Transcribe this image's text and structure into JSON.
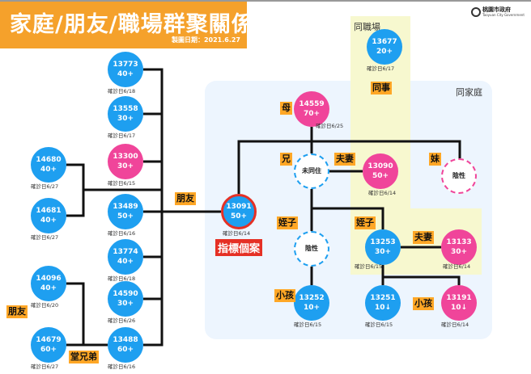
{
  "header": {
    "title": "家庭/朋友/職場群聚關係圖",
    "date": "製圖日期：2021.6.27",
    "org": "桃園市政府",
    "org_en": "Taoyuan City Government"
  },
  "regions": {
    "family": "同家庭",
    "workplace": "同職場"
  },
  "index_label": "指標個案",
  "colors": {
    "male": "#1e9ff0",
    "female": "#f0459a",
    "index_border": "#e53025",
    "tag": "#ffa726",
    "family_bg": "#edf5fe",
    "work_bg": "#f7f8cf"
  },
  "nodes": [
    {
      "id": "13773",
      "age": "40+",
      "date": "確診日6/18",
      "sex": "male"
    },
    {
      "id": "13558",
      "age": "30+",
      "date": "確診日6/17",
      "sex": "male"
    },
    {
      "id": "13300",
      "age": "30+",
      "date": "確診日6/15",
      "sex": "female"
    },
    {
      "id": "13489",
      "age": "50+",
      "date": "確診日6/16",
      "sex": "male"
    },
    {
      "id": "13774",
      "age": "40+",
      "date": "確診日6/18",
      "sex": "male"
    },
    {
      "id": "14590",
      "age": "30+",
      "date": "確診日6/26",
      "sex": "male"
    },
    {
      "id": "13488",
      "age": "60+",
      "date": "確診日6/16",
      "sex": "male"
    },
    {
      "id": "14680",
      "age": "40+",
      "date": "確診日6/27",
      "sex": "male"
    },
    {
      "id": "14681",
      "age": "40+",
      "date": "確診日6/27",
      "sex": "male"
    },
    {
      "id": "14096",
      "age": "40+",
      "date": "確診日6/20",
      "sex": "male"
    },
    {
      "id": "14679",
      "age": "60+",
      "date": "確診日6/27",
      "sex": "male"
    },
    {
      "id": "13091",
      "age": "50+",
      "date": "確診日6/14",
      "sex": "male",
      "index": true
    },
    {
      "id": "14559",
      "age": "70+",
      "date": "確診日6/25",
      "sex": "female"
    },
    {
      "id": "13090",
      "age": "50+",
      "date": "確診日6/14",
      "sex": "female"
    },
    {
      "id": "13677",
      "age": "20+",
      "date": "確診日6/17",
      "sex": "male"
    },
    {
      "id": "13253",
      "age": "30+",
      "date": "確診日6/15",
      "sex": "male"
    },
    {
      "id": "13133",
      "age": "30+",
      "date": "確診日6/14",
      "sex": "female"
    },
    {
      "id": "13252",
      "age": "10+",
      "date": "確診日6/15",
      "sex": "male"
    },
    {
      "id": "13251",
      "age": "10↓",
      "date": "確診日6/15",
      "sex": "male"
    },
    {
      "id": "13191",
      "age": "10↓",
      "date": "確診日6/14",
      "sex": "female"
    }
  ],
  "dashed_nodes": [
    {
      "text": "未同住",
      "sex": "male"
    },
    {
      "text": "陰性",
      "sex": "female"
    },
    {
      "text": "陰性",
      "sex": "male"
    }
  ],
  "tags": [
    "朋友",
    "朋友",
    "堂兄弟",
    "母",
    "兄",
    "夫妻",
    "妹",
    "姪子",
    "姪子",
    "夫妻",
    "小孩",
    "小孩",
    "同事"
  ]
}
